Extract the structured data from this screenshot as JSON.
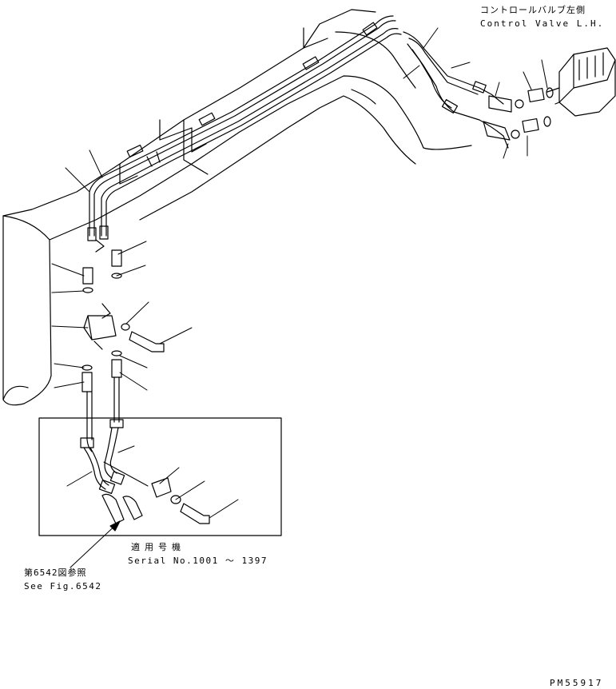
{
  "labels": {
    "control_valve_jp": "コントロールバルブ左側",
    "control_valve_en": "Control Valve L.H.",
    "applicable_title": "適用号機",
    "serial_range": "Serial No.1001 ～ 1397",
    "fig_ref_jp": "第6542図参照",
    "fig_ref_en": "See Fig.6542",
    "drawing_number": "PM55917"
  },
  "colors": {
    "line": "#000000",
    "background": "#ffffff"
  }
}
